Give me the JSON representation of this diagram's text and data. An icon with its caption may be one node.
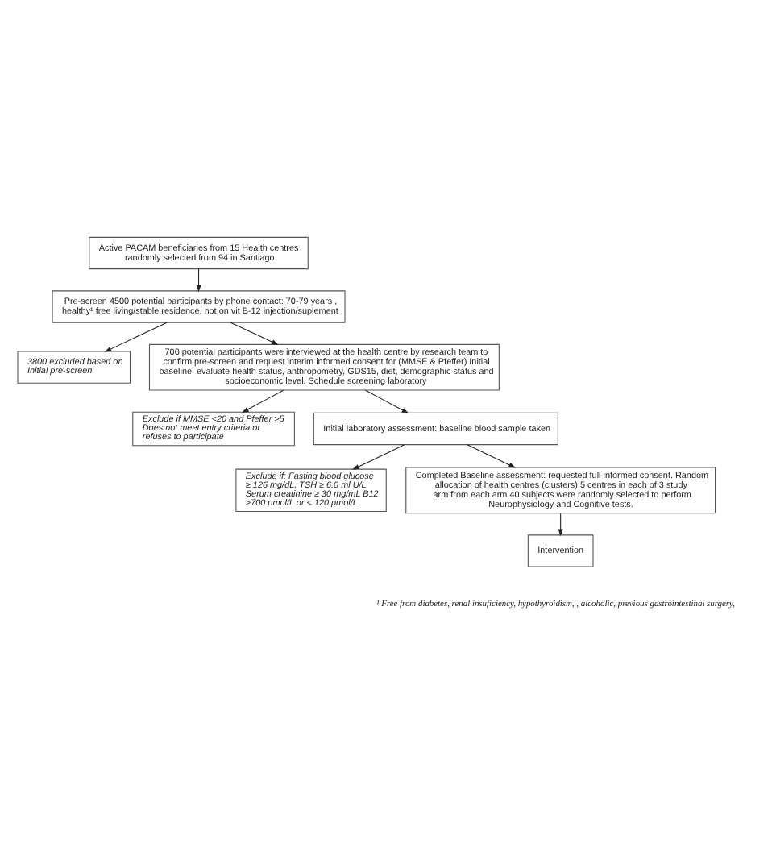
{
  "diagram": {
    "nodes": [
      {
        "text": [
          "Active PACAM beneficiaries from 15 Health centres randomly selected from 94 in Santiago"
        ]
      },
      {
        "text": [
          "Pre-screen 4500 potential participants by phone contact: 70-79 years , healthy¹ free living/stable residence, not on vit B-12 injection/suplement"
        ]
      },
      {
        "text": [
          "3800 excluded based on Initial pre-screen"
        ]
      },
      {
        "text": [
          "700 potential participants were interviewed at the health centre by research team to confirm pre-screen and request interim informed consent for (MMSE & Pfeffer) Initial baseline: evaluate health status, anthropometry, GDS15, diet, demographic status and socioeconomic level. Schedule screening laboratory"
        ]
      },
      {
        "text": [
          "Exclude if MMSE <20 and Pfeffer >5 Does not meet entry criteria or refuses to participate"
        ]
      },
      {
        "text": [
          "Initial laboratory assessment: baseline blood sample taken"
        ]
      },
      {
        "text": [
          "Exclude if: Fasting blood glucose ≥ 126 mg/dL, TSH ≥ 6.0 ml U/L Serum creatinine ≥ 30 mg/mL B12 >700 pmol/L or < 120 pmol/L"
        ]
      },
      {
        "text": [
          "Completed Baseline assessment: requested full informed consent. Random allocation of health centres (clusters) 5 centres in each of 3 study arm from each arm 40 subjects were randomly selected to perform Neurophysiology and Cognitive tests."
        ]
      },
      {
        "text": [
          "Intervention"
        ]
      }
    ],
    "edges": [
      {
        "from": 0,
        "to": 1,
        "arrow": "to"
      },
      {
        "from": 1,
        "to": 3,
        "arrow": "to"
      },
      {
        "from": 1,
        "to": 2,
        "arrow": "to"
      },
      {
        "from": 3,
        "to": 5,
        "arrow": "to"
      },
      {
        "from": 3,
        "to": 4,
        "arrow": "to"
      },
      {
        "from": 5,
        "to": 7,
        "arrow": "to"
      },
      {
        "from": 5,
        "to": 6,
        "arrow": "to"
      },
      {
        "from": 7,
        "to": 8,
        "arrow": "to"
      }
    ],
    "labels": [
      "¹ Free from diabetes, renal insuficiency, hypothyroidism, , alcoholic, previous gastrointestinal surgery,"
    ]
  }
}
